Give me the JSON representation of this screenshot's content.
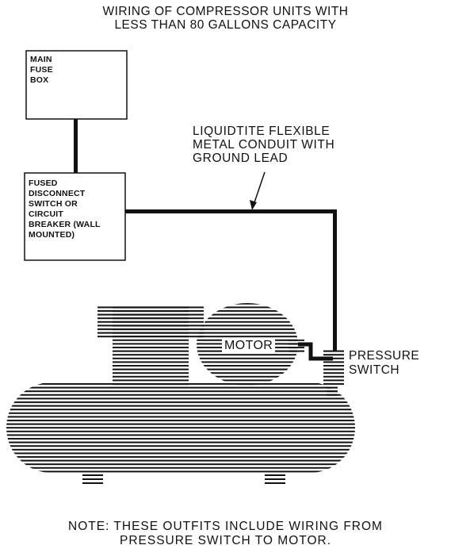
{
  "title": {
    "line1": "WIRING OF COMPRESSOR UNITS WITH",
    "line2": "LESS THAN 80 GALLONS CAPACITY"
  },
  "fuse_box": {
    "lines": [
      "MAIN",
      "FUSE",
      "BOX"
    ]
  },
  "disconnect": {
    "lines": [
      "FUSED",
      "DISCONNECT",
      "SWITCH OR",
      "CIRCUIT",
      "BREAKER (WALL",
      "MOUNTED)"
    ]
  },
  "conduit_label": {
    "lines": [
      "LIQUIDTITE FLEXIBLE",
      "METAL CONDUIT WITH",
      "GROUND LEAD"
    ]
  },
  "motor_label": "MOTOR",
  "pressure_switch": {
    "lines": [
      "PRESSURE",
      "SWITCH"
    ]
  },
  "note": {
    "line1": "NOTE: THESE OUTFITS INCLUDE WIRING FROM",
    "line2": "PRESSURE SWITCH TO MOTOR."
  },
  "colors": {
    "ink": "#111111",
    "paper": "#ffffff"
  }
}
